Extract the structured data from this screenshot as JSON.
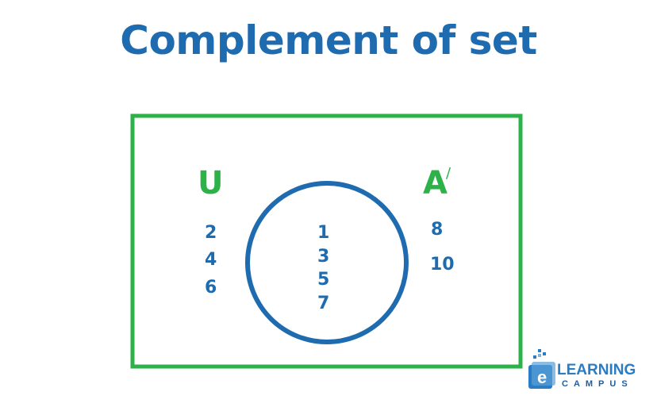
{
  "title": "Complement of set",
  "colors": {
    "title": "#1f6bb0",
    "universal_border": "#2db24a",
    "circle": "#1f6bb0",
    "set_labels": "#2db24a",
    "numbers": "#1f6bb0"
  },
  "universal_set": {
    "label": "U",
    "outside_elements": [
      "2",
      "4",
      "6"
    ]
  },
  "set_a": {
    "elements": [
      "1",
      "3",
      "5",
      "7"
    ]
  },
  "complement": {
    "label": "A",
    "prime_mark": "/",
    "elements": [
      "8",
      "10"
    ]
  },
  "logo": {
    "word1": "LEARNING",
    "word2": "CAMPUS",
    "icon": "e-learning-campus-logo"
  }
}
